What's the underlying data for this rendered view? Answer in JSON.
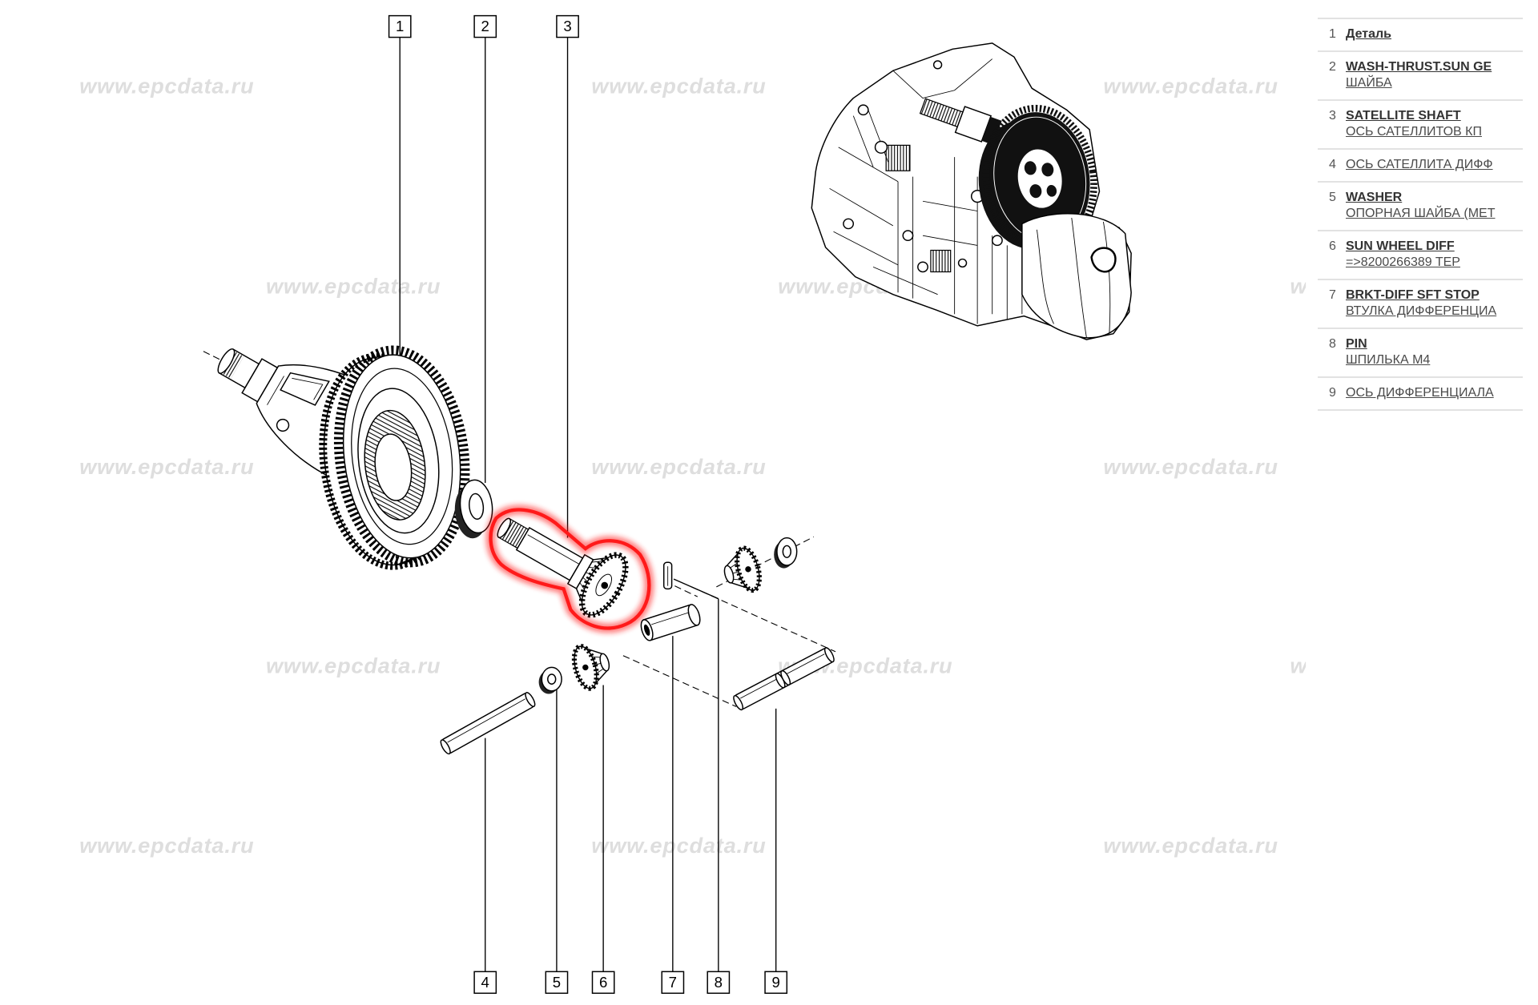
{
  "watermark": "www.epcdata.ru",
  "callouts": [
    "1",
    "2",
    "3",
    "4",
    "5",
    "6",
    "7",
    "8",
    "9"
  ],
  "highlight_color": "#ff1a1a",
  "parts": [
    {
      "num": "1",
      "name": "Деталь"
    },
    {
      "num": "2",
      "name": "WASH-THRUST.SUN GE",
      "sub": "ШАЙБА"
    },
    {
      "num": "3",
      "name": "SATELLITE SHAFT",
      "sub": "ОСЬ САТЕЛЛИТОВ КП"
    },
    {
      "num": "4",
      "sub": "ОСЬ САТЕЛЛИТА ДИФФ"
    },
    {
      "num": "5",
      "name": "WASHER",
      "sub": "ОПОРНАЯ ШАЙБА (МЕТ"
    },
    {
      "num": "6",
      "name": "SUN WHEEL DIFF",
      "sub": "=>8200266389 TEP"
    },
    {
      "num": "7",
      "name": "BRKT-DIFF SFT STOP",
      "sub": "ВТУЛКА ДИФФЕРЕНЦИА"
    },
    {
      "num": "8",
      "name": "PIN",
      "sub": "ШПИЛЬКА М4"
    },
    {
      "num": "9",
      "sub": "ОСЬ ДИФФЕРЕНЦИАЛА"
    }
  ]
}
